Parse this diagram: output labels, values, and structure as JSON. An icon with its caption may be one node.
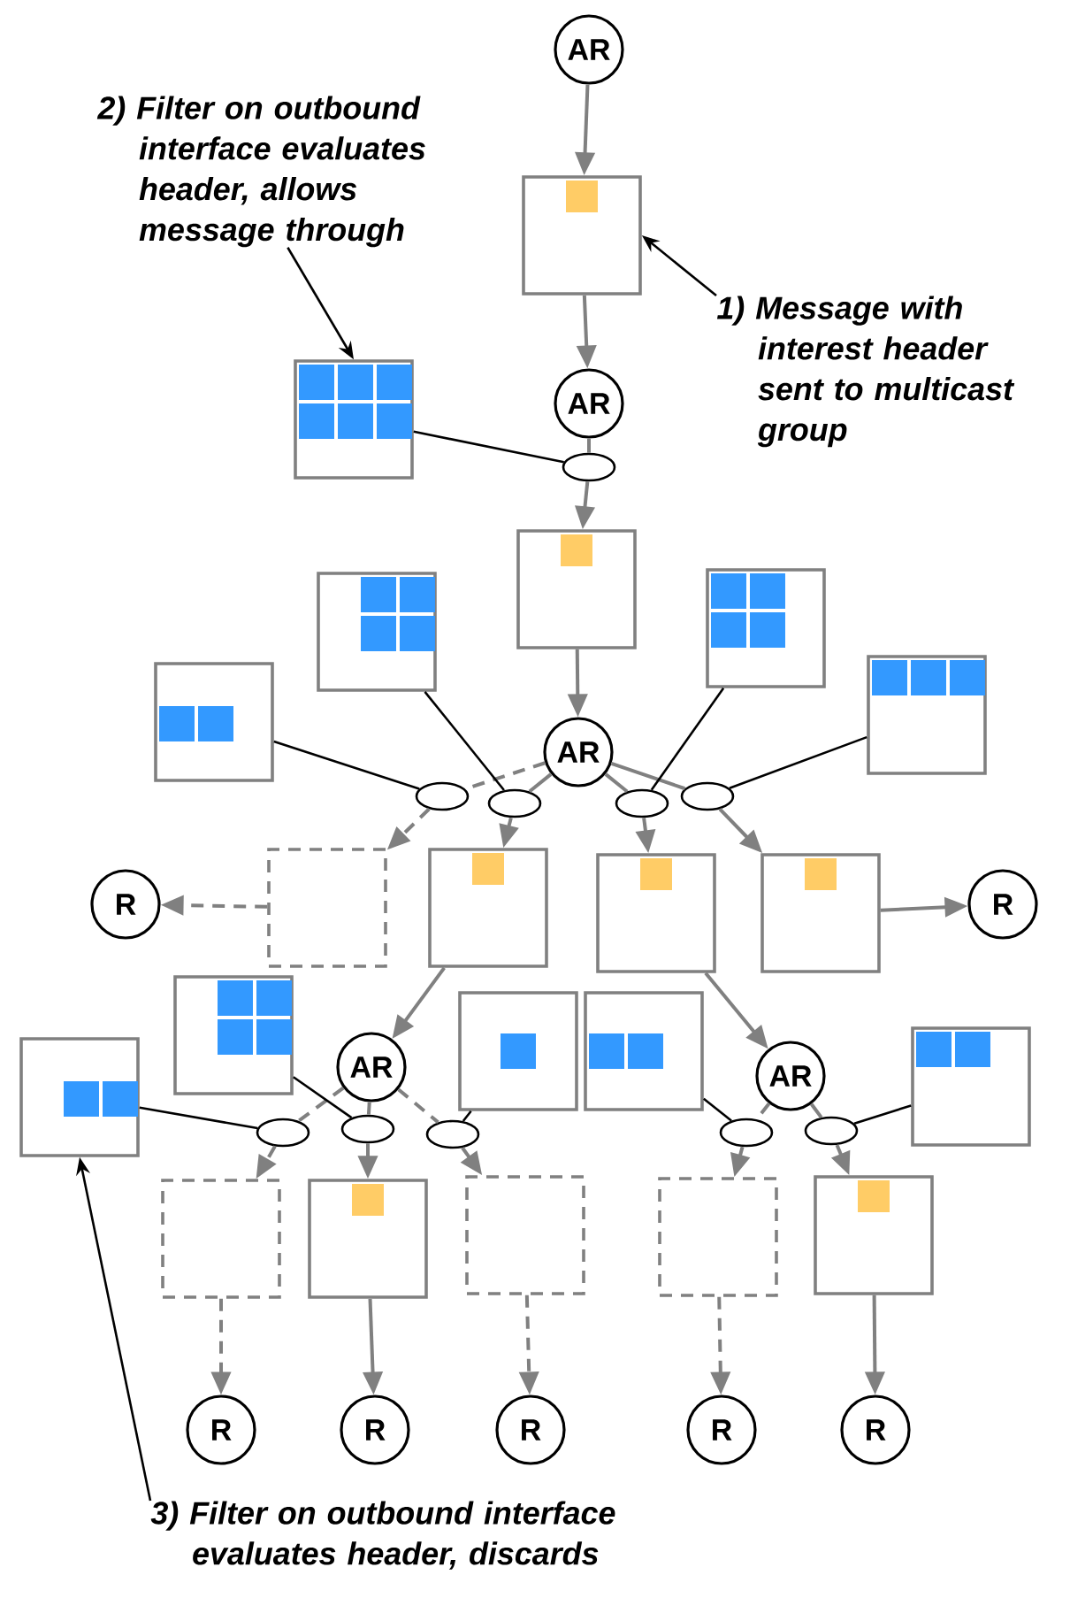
{
  "diagram": {
    "nodes": [
      {
        "text": [
          "AR"
        ]
      },
      {
        "text": [],
        "shape": "box"
      },
      {
        "text": [
          "AR"
        ]
      },
      {
        "text": [],
        "shape": "box"
      },
      {
        "text": [],
        "shape": "ellipse"
      },
      {
        "text": [],
        "shape": "box"
      },
      {
        "text": [
          "AR"
        ]
      },
      {
        "text": [],
        "shape": "box"
      },
      {
        "text": [],
        "shape": "box"
      },
      {
        "text": [],
        "shape": "box"
      },
      {
        "text": [],
        "shape": "box"
      },
      {
        "text": [],
        "shape": "ellipse"
      },
      {
        "text": [],
        "shape": "ellipse"
      },
      {
        "text": [],
        "shape": "ellipse"
      },
      {
        "text": [],
        "shape": "ellipse"
      },
      {
        "text": [
          "R"
        ]
      },
      {
        "text": [],
        "shape": "box"
      },
      {
        "text": [],
        "shape": "box"
      },
      {
        "text": [],
        "shape": "box"
      },
      {
        "text": [],
        "shape": "box"
      },
      {
        "text": [
          "R"
        ]
      },
      {
        "text": [],
        "shape": "box"
      },
      {
        "text": [],
        "shape": "box"
      },
      {
        "text": [
          "AR"
        ]
      },
      {
        "text": [],
        "shape": "box"
      },
      {
        "text": [],
        "shape": "box"
      },
      {
        "text": [
          "AR"
        ]
      },
      {
        "text": [],
        "shape": "box"
      },
      {
        "text": [],
        "shape": "ellipse"
      },
      {
        "text": [],
        "shape": "ellipse"
      },
      {
        "text": [],
        "shape": "ellipse"
      },
      {
        "text": [],
        "shape": "ellipse"
      },
      {
        "text": [],
        "shape": "ellipse"
      },
      {
        "text": [],
        "shape": "box"
      },
      {
        "text": [],
        "shape": "box"
      },
      {
        "text": [],
        "shape": "box"
      },
      {
        "text": [],
        "shape": "box"
      },
      {
        "text": [],
        "shape": "box"
      },
      {
        "text": [
          "R"
        ]
      },
      {
        "text": [
          "R"
        ]
      },
      {
        "text": [
          "R"
        ]
      },
      {
        "text": [
          "R"
        ]
      },
      {
        "text": [
          "R"
        ]
      },
      {
        "text": [
          "2) Filter on outbound interface evaluates header, allows message through"
        ]
      },
      {
        "text": [
          "1) Message with interest header sent to multicast group"
        ]
      },
      {
        "text": [
          "3) Filter on outbound interface evaluates header, discards"
        ]
      }
    ],
    "edges": [
      {
        "from": 0,
        "to": 1,
        "arrow": "to"
      },
      {
        "from": 1,
        "to": 2,
        "arrow": "to"
      },
      {
        "from": 2,
        "to": 4,
        "arrow": "none"
      },
      {
        "from": 4,
        "to": 5,
        "arrow": "to"
      },
      {
        "from": 3,
        "to": 4,
        "arrow": "none",
        "color": "#000000"
      },
      {
        "from": 5,
        "to": 6,
        "arrow": "to"
      },
      {
        "from": 6,
        "to": 11,
        "arrow": "none",
        "style": "dashed"
      },
      {
        "from": 11,
        "to": 16,
        "arrow": "to",
        "style": "dashed"
      },
      {
        "from": 6,
        "to": 12,
        "arrow": "none"
      },
      {
        "from": 12,
        "to": 17,
        "arrow": "to"
      },
      {
        "from": 6,
        "to": 13,
        "arrow": "none"
      },
      {
        "from": 13,
        "to": 18,
        "arrow": "to"
      },
      {
        "from": 6,
        "to": 14,
        "arrow": "none"
      },
      {
        "from": 14,
        "to": 19,
        "arrow": "to"
      },
      {
        "from": 7,
        "to": 11,
        "arrow": "none",
        "color": "#000000"
      },
      {
        "from": 8,
        "to": 12,
        "arrow": "none",
        "color": "#000000"
      },
      {
        "from": 9,
        "to": 13,
        "arrow": "none",
        "color": "#000000"
      },
      {
        "from": 10,
        "to": 14,
        "arrow": "none",
        "color": "#000000"
      },
      {
        "from": 16,
        "to": 15,
        "arrow": "to",
        "style": "dashed"
      },
      {
        "from": 19,
        "to": 20,
        "arrow": "to"
      },
      {
        "from": 17,
        "to": 23,
        "arrow": "to"
      },
      {
        "from": 18,
        "to": 26,
        "arrow": "to"
      },
      {
        "from": 23,
        "to": 28,
        "arrow": "none",
        "style": "dashed"
      },
      {
        "from": 28,
        "to": 33,
        "arrow": "to",
        "style": "dashed"
      },
      {
        "from": 23,
        "to": 29,
        "arrow": "none"
      },
      {
        "from": 29,
        "to": 34,
        "arrow": "to"
      },
      {
        "from": 23,
        "to": 30,
        "arrow": "none",
        "style": "dashed"
      },
      {
        "from": 30,
        "to": 35,
        "arrow": "to",
        "style": "dashed"
      },
      {
        "from": 26,
        "to": 31,
        "arrow": "none",
        "style": "dashed"
      },
      {
        "from": 31,
        "to": 36,
        "arrow": "to",
        "style": "dashed"
      },
      {
        "from": 26,
        "to": 32,
        "arrow": "none"
      },
      {
        "from": 32,
        "to": 37,
        "arrow": "to"
      },
      {
        "from": 22,
        "to": 28,
        "arrow": "none",
        "color": "#000000"
      },
      {
        "from": 21,
        "to": 29,
        "arrow": "none",
        "color": "#000000"
      },
      {
        "from": 24,
        "to": 30,
        "arrow": "none",
        "color": "#000000"
      },
      {
        "from": 25,
        "to": 31,
        "arrow": "none",
        "color": "#000000"
      },
      {
        "from": 27,
        "to": 32,
        "arrow": "none",
        "color": "#000000"
      },
      {
        "from": 33,
        "to": 38,
        "arrow": "to",
        "style": "dashed"
      },
      {
        "from": 34,
        "to": 39,
        "arrow": "to"
      },
      {
        "from": 35,
        "to": 40,
        "arrow": "to",
        "style": "dashed"
      },
      {
        "from": 36,
        "to": 41,
        "arrow": "to",
        "style": "dashed"
      },
      {
        "from": 37,
        "to": 42,
        "arrow": "to"
      },
      {
        "from": 43,
        "to": 3,
        "arrow": "to",
        "color": "#000000"
      },
      {
        "from": 44,
        "to": 1,
        "arrow": "to",
        "color": "#000000"
      },
      {
        "from": 45,
        "to": 22,
        "arrow": "to",
        "color": "#000000"
      }
    ]
  }
}
